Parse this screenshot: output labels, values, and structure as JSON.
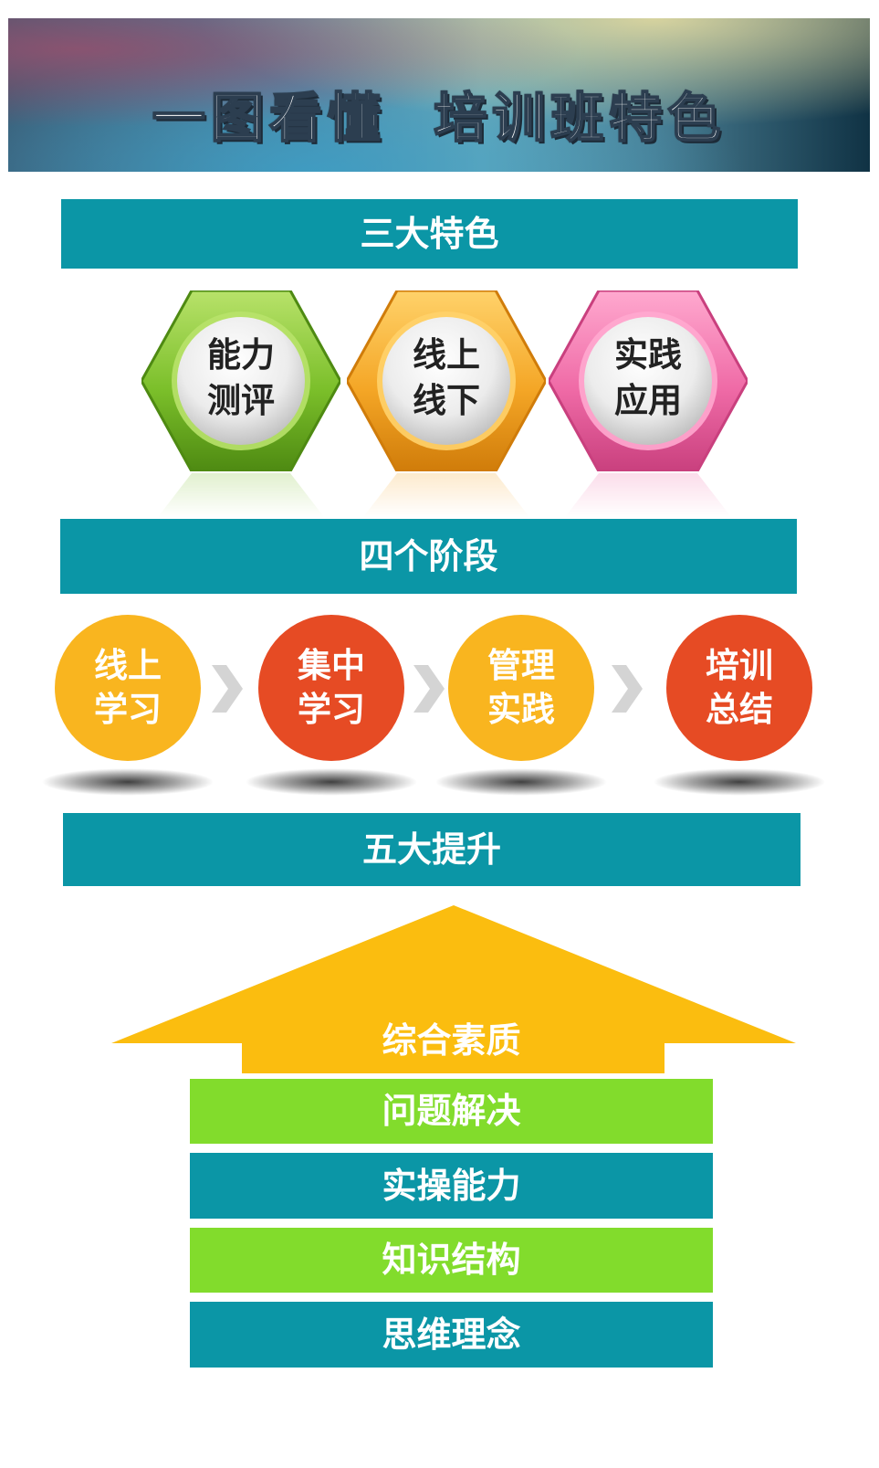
{
  "banner": {
    "title": "一图看懂  培训班特色"
  },
  "sections": {
    "features_title": "三大特色",
    "stages_title": "四个阶段",
    "improvements_title": "五大提升"
  },
  "features": [
    {
      "line1": "能力",
      "line2": "测评",
      "color": "#7bbf2a",
      "color_light": "#b8e26a",
      "color_dark": "#4e8a12"
    },
    {
      "line1": "线上",
      "line2": "线下",
      "color": "#f4a626",
      "color_light": "#ffd26a",
      "color_dark": "#d07c0a"
    },
    {
      "line1": "实践",
      "line2": "应用",
      "color": "#ef6aa6",
      "color_light": "#ffa9cf",
      "color_dark": "#c9407e"
    }
  ],
  "stages": [
    {
      "line1": "线上",
      "line2": "学习",
      "color": "#f9b51f"
    },
    {
      "line1": "集中",
      "line2": "学习",
      "color": "#e64b24"
    },
    {
      "line1": "管理",
      "line2": "实践",
      "color": "#f9b51f"
    },
    {
      "line1": "培训",
      "line2": "总结",
      "color": "#e64b24"
    }
  ],
  "improvements": {
    "top": "综合素质",
    "levels": [
      {
        "label": "问题解决",
        "color": "#82dc2c"
      },
      {
        "label": "实操能力",
        "color": "#0b96a6"
      },
      {
        "label": "知识结构",
        "color": "#82dc2c"
      },
      {
        "label": "思维理念",
        "color": "#0b96a6"
      }
    ],
    "arrow_color": "#fbbd0f"
  }
}
